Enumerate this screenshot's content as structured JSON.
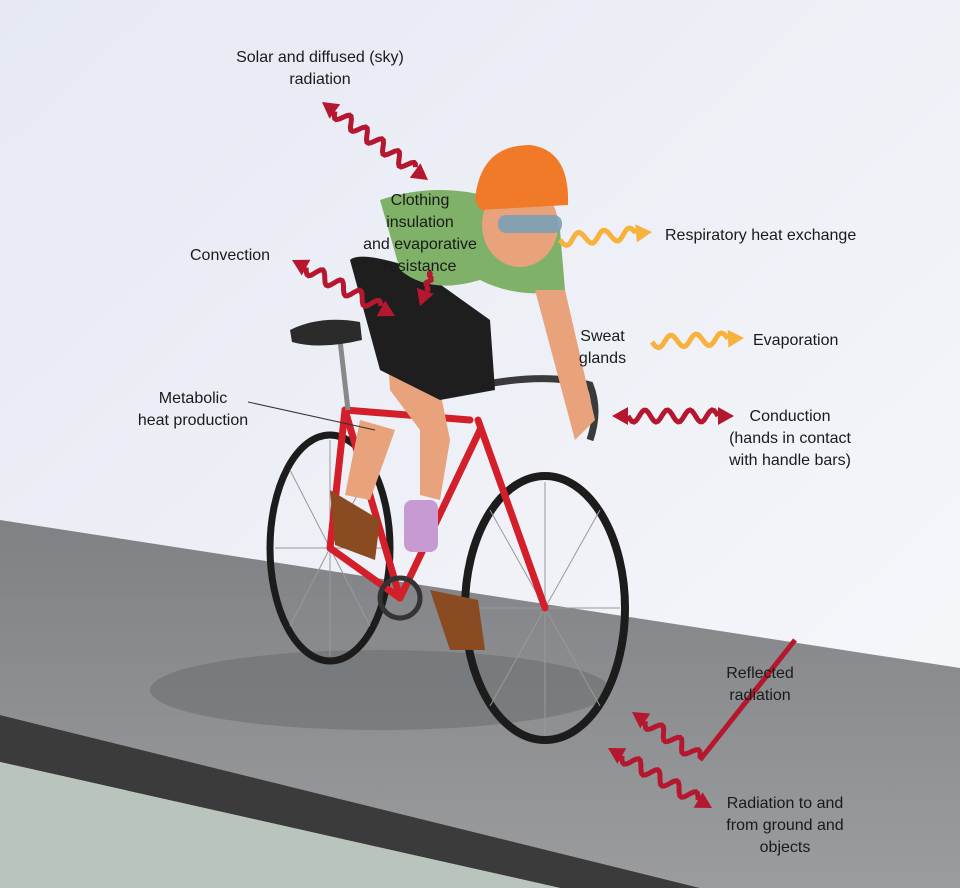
{
  "title": "Heat exchange pathways of a cyclist",
  "labels": {
    "solar": "Solar and diffused (sky)\nradiation",
    "clothing": "Clothing\ninsulation\nand evaporative\nresistance",
    "convection": "Convection",
    "respiratory": "Respiratory heat exchange",
    "sweat": "Sweat\nglands",
    "evaporation": "Evaporation",
    "metabolic": "Metabolic\nheat production",
    "conduction": "Conduction\n(hands in contact\nwith handle bars)",
    "reflected": "Reflected\nradiation",
    "ground": "Radiation to and\nfrom ground and\nobjects"
  },
  "colors": {
    "heat_arrow": "#b5172f",
    "evap_arrow": "#f6b23c",
    "road": "#8d8f92",
    "shirt": "#7fb168",
    "helmet": "#f07a28",
    "frame": "#d21f2a"
  }
}
